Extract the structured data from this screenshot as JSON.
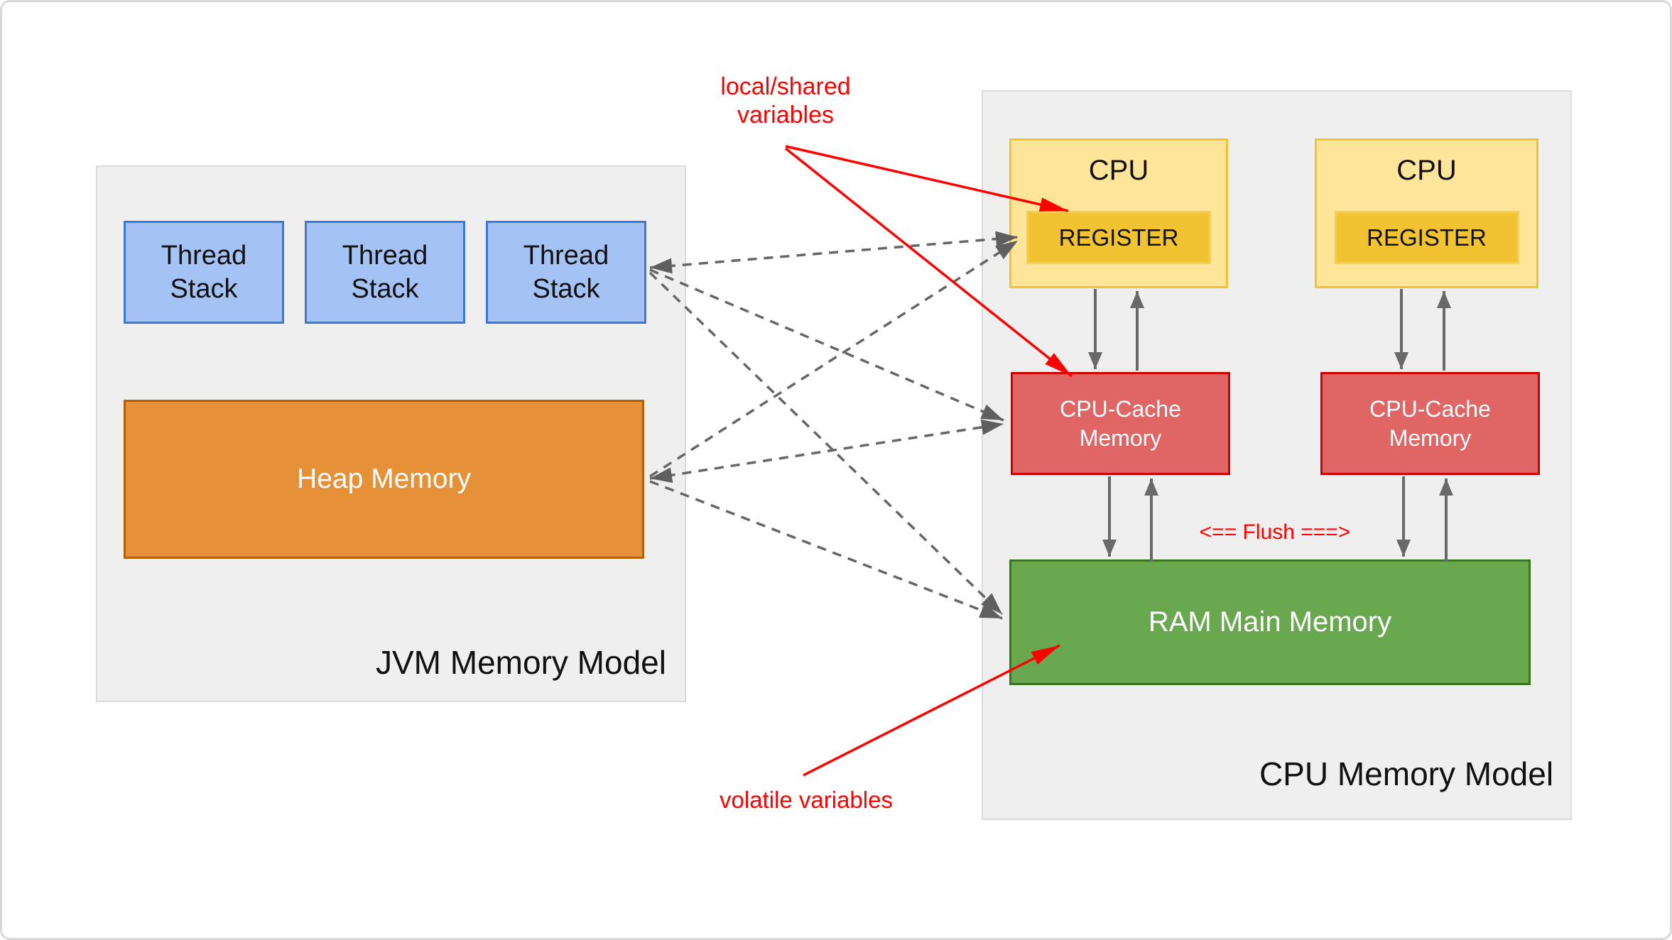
{
  "jvm": {
    "title": "JVM Memory Model",
    "thread_stacks": [
      "Thread Stack",
      "Thread Stack",
      "Thread Stack"
    ],
    "heap_label": "Heap Memory"
  },
  "cpu_model": {
    "title": "CPU Memory Model",
    "cpus": [
      {
        "label": "CPU",
        "register_label": "REGISTER"
      },
      {
        "label": "CPU",
        "register_label": "REGISTER"
      }
    ],
    "caches": [
      "CPU-Cache Memory",
      "CPU-Cache Memory"
    ],
    "ram_label": "RAM Main Memory",
    "flush_label": "<== Flush ===>"
  },
  "annotations": {
    "local_shared_label": "local/shared variables",
    "volatile_label": "volatile variables"
  },
  "colors": {
    "thread_stack_fill": "#A4C2F4",
    "thread_stack_border": "#3C78D8",
    "heap_fill": "#E69138",
    "heap_border": "#B45F06",
    "cpu_fill": "#FFE599",
    "cpu_border": "#F1C232",
    "register_fill": "#F1C232",
    "cache_fill": "#E06666",
    "cache_border": "#CC0000",
    "ram_fill": "#6AA84F",
    "ram_border": "#38761D",
    "container_fill": "#EFEFEF",
    "annotation_red": "#FF0000",
    "arrow_gray": "#666666"
  }
}
